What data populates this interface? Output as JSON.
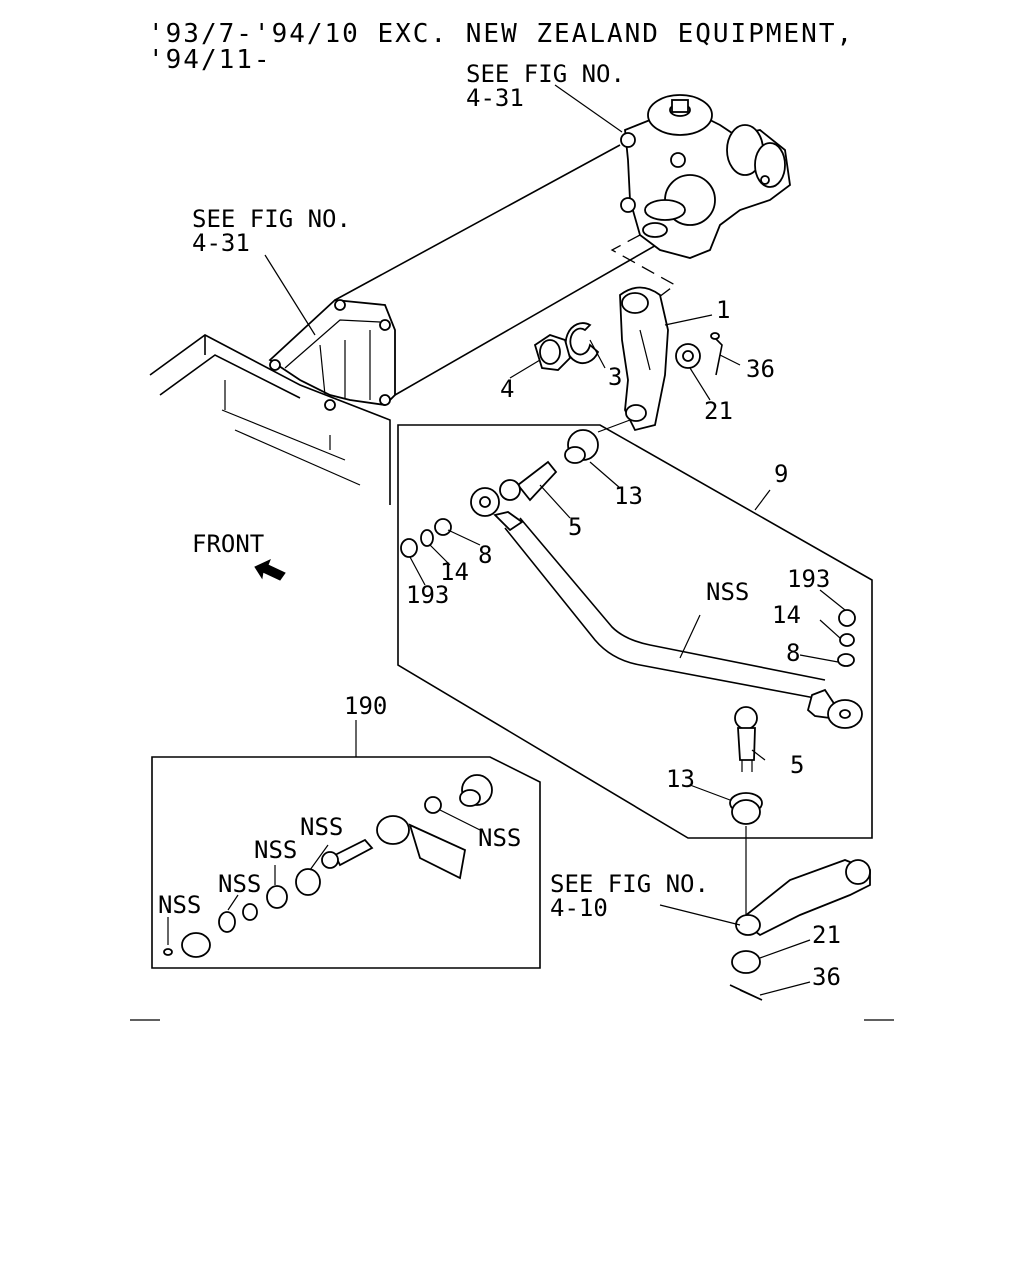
{
  "header": {
    "line1": "'93/7-'94/10 EXC. NEW ZEALAND EQUIPMENT,",
    "line2": "'94/11-"
  },
  "refs": {
    "steering_gear": {
      "line1": "SEE FIG NO.",
      "line2": "4-31"
    },
    "frame": {
      "line1": "SEE FIG NO.",
      "line2": "4-31"
    },
    "idler_arm": {
      "line1": "SEE FIG NO.",
      "line2": "4-10"
    }
  },
  "front_label": "FRONT",
  "callouts": {
    "pitman_arm": "1",
    "washer": "3",
    "nut": "4",
    "cotter_pin_top": "36",
    "castle_nut_top": "21",
    "drag_link_assy": "9",
    "seal_top": "13",
    "ball_stud_top": "5",
    "ring_left": "8",
    "spring_left": "14",
    "grease_nipple_left": "193",
    "tube": "NSS",
    "grease_nipple_right": "193",
    "spring_right": "14",
    "ring_right": "8",
    "ball_stud_bottom": "5",
    "seal_bottom": "13",
    "castle_nut_bottom": "21",
    "cotter_pin_bottom": "36",
    "repair_kit": "190",
    "kit_nss_1": "NSS",
    "kit_nss_2": "NSS",
    "kit_nss_3": "NSS",
    "kit_nss_4": "NSS",
    "kit_nss_5": "NSS"
  }
}
